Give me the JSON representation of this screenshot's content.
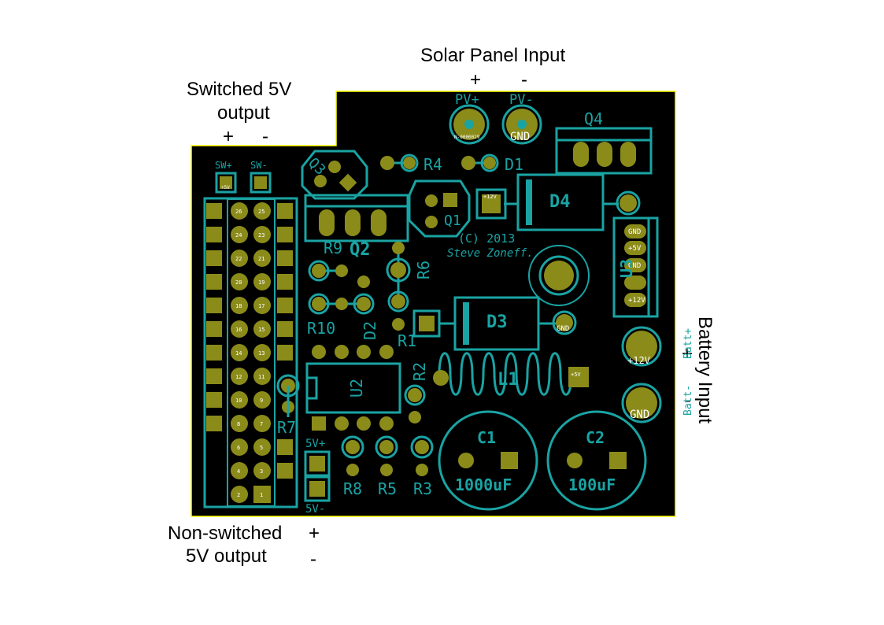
{
  "labels": {
    "solar_title": "Solar Panel Input",
    "solar_plus": "+",
    "solar_minus": "-",
    "switched_line1": "Switched 5V",
    "switched_line2": "output",
    "switched_plus": "+",
    "switched_minus": "-",
    "battery_title": "Battery Input",
    "battery_plus": "+",
    "battery_minus": "-",
    "nonswitched_line1": "Non-switched",
    "nonswitched_line2": "5V output",
    "nonswitched_plus": "+",
    "nonswitched_minus": "-"
  },
  "silkscreen": {
    "pv_plus": "PV+",
    "pv_minus": "PV-",
    "pv_plus_net": "N-0000029",
    "pv_minus_net": "GND",
    "sw_plus": "SW+",
    "sw_minus": "SW-",
    "sw_plus_net": "+5V",
    "q4": "Q4",
    "q3": "Q3",
    "q2": "Q2",
    "q1": "Q1",
    "r4": "R4",
    "d1": "D1",
    "d4": "D4",
    "r9": "R9",
    "r6": "R6",
    "copyright_line1": "(C) 2013",
    "copyright_line2": "Steve Zoneff.",
    "u3": "U3",
    "r10": "R10",
    "d2": "D2",
    "r1": "R1",
    "d3": "D3",
    "d3_pad_net": "GND",
    "l1": "L1",
    "u2": "U2",
    "r2": "R2",
    "r7": "R7",
    "batt_plus": "Batt+",
    "batt_minus": "Batt-",
    "batt_plus_net": "+12V",
    "batt_minus_net": "GND",
    "c1": "C1",
    "c1_value": "1000uF",
    "c2": "C2",
    "c2_value": "100uF",
    "five_v_plus": "5V+",
    "five_v_minus": "5V-",
    "r8": "R8",
    "r5": "R5",
    "r3": "R3",
    "d4_pad_net": "+12V",
    "l1_pad_net": "+5V",
    "u3_pins": [
      "GND",
      "+5V",
      "GND",
      "",
      "+12V"
    ],
    "header_left": [
      "26",
      "24",
      "22",
      "20",
      "18",
      "16",
      "14",
      "12",
      "10",
      "8",
      "6",
      "4",
      "2"
    ],
    "header_right": [
      "25",
      "23",
      "21",
      "19",
      "17",
      "15",
      "13",
      "11",
      "9",
      "7",
      "5",
      "3",
      "1"
    ]
  },
  "colors": {
    "board": "#000000",
    "outline": "#ffff00",
    "pad": "#8b8b1a",
    "ring": "#1aa3a3",
    "silk": "#1aa3a3",
    "pad_text": "#ffffff"
  }
}
